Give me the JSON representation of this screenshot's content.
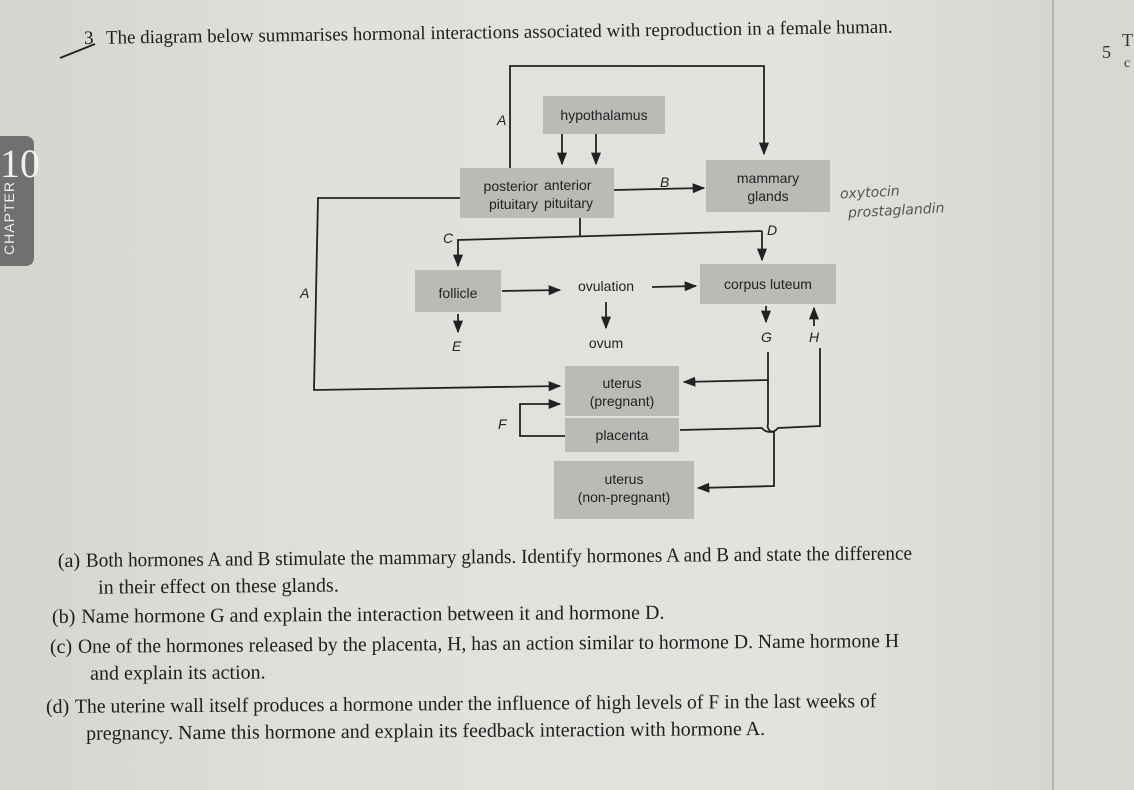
{
  "chapter": {
    "number": "10",
    "label": "CHAPTER"
  },
  "right_margin": {
    "num": "5",
    "t1": "T",
    "t2": "c"
  },
  "question": {
    "number": "3",
    "intro": "The diagram below summarises hormonal interactions associated with reproduction in a female human."
  },
  "diagram": {
    "boxes": {
      "hypothalamus": "hypothalamus",
      "posterior_1": "posterior",
      "posterior_2": "pituitary",
      "anterior_1": "anterior",
      "anterior_2": "pituitary",
      "mammary_1": "mammary",
      "mammary_2": "glands",
      "follicle": "follicle",
      "ovulation": "ovulation",
      "corpus_luteum": "corpus luteum",
      "ovum": "ovum",
      "uterus_preg_1": "uterus",
      "uterus_preg_2": "(pregnant)",
      "placenta": "placenta",
      "uterus_np_1": "uterus",
      "uterus_np_2": "(non-pregnant)"
    },
    "labels": {
      "A_top": "A",
      "A_left": "A",
      "B": "B",
      "C": "C",
      "D": "D",
      "E": "E",
      "F": "F",
      "G": "G",
      "H": "H"
    },
    "handwriting": {
      "line1": "oxytocin",
      "line2": "prostaglandin"
    }
  },
  "parts": [
    {
      "marker": "(a)",
      "line1": "Both hormones A and B stimulate the mammary glands. Identify hormones A and B and state the difference",
      "line2": "in their effect on these glands."
    },
    {
      "marker": "(b)",
      "line1": "Name hormone G and explain the interaction between it and hormone D."
    },
    {
      "marker": "(c)",
      "line1": "One of the hormones released by the placenta, H, has an action similar to hormone D. Name hormone H",
      "line2": "and explain its action."
    },
    {
      "marker": "(d)",
      "line1": "The uterine wall itself produces a hormone under the influence of high levels of F in the last weeks of",
      "line2": "pregnancy. Name this hormone and explain its feedback interaction with hormone A."
    }
  ]
}
